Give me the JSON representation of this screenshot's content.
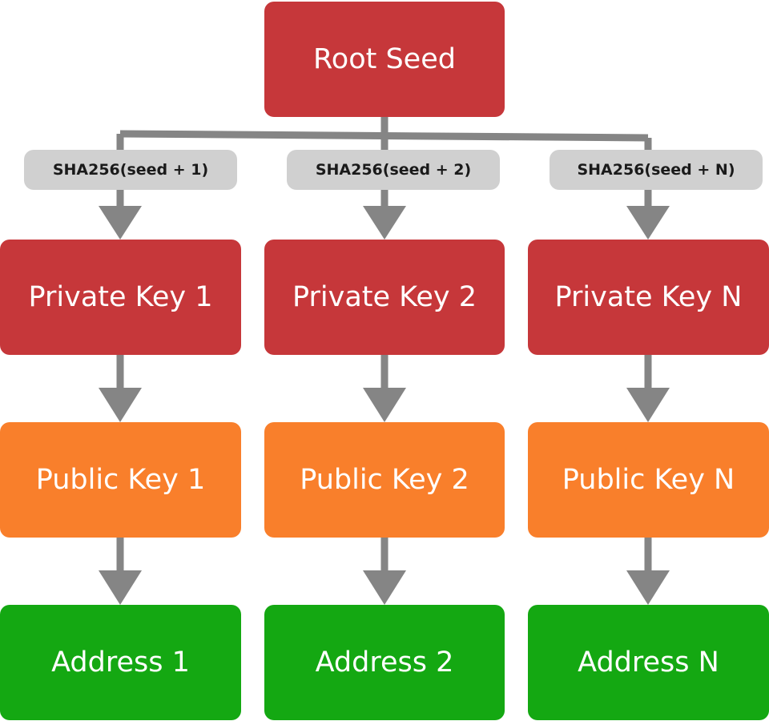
{
  "root": {
    "label": "Root Seed"
  },
  "hash_labels": [
    "SHA256(seed + 1)",
    "SHA256(seed + 2)",
    "SHA256(seed + N)"
  ],
  "private_keys": [
    "Private Key 1",
    "Private Key 2",
    "Private Key N"
  ],
  "public_keys": [
    "Public Key 1",
    "Public Key 2",
    "Public Key N"
  ],
  "addresses": [
    "Address 1",
    "Address 2",
    "Address N"
  ],
  "colors": {
    "private": "#c6373a",
    "public": "#f97f2b",
    "address": "#14a812",
    "pill_bg": "#d0d0d0",
    "pill_text": "#1a1a1a",
    "connector": "#858585"
  }
}
